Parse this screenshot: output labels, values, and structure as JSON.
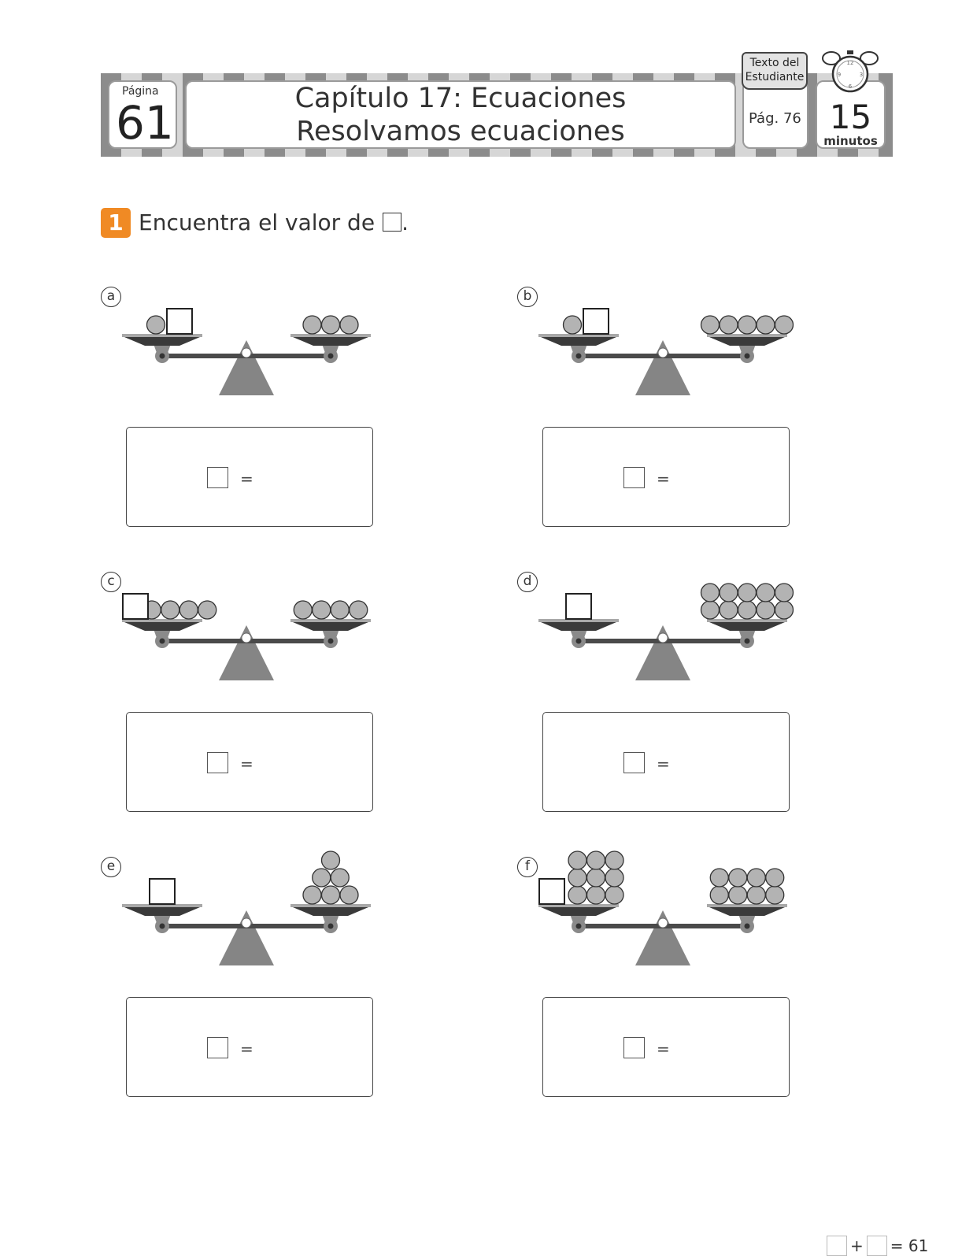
{
  "header": {
    "page_label": "Página",
    "page_number": "61",
    "title_line1": "Capítulo 17: Ecuaciones",
    "title_line2": "Resolvamos ecuaciones",
    "book_line1": "Texto del",
    "book_line2": "Estudiante",
    "ref_page": "Pág. 76",
    "time_value": "15",
    "time_unit": "minutos",
    "clock_numbers": [
      "12",
      "3",
      "6",
      "9"
    ]
  },
  "question": {
    "number": "1",
    "text": "Encuentra el valor de",
    "period": "."
  },
  "problems": [
    {
      "label": "a",
      "left_square": true,
      "left_balls": 1,
      "right_balls": 3,
      "answer_eq": "="
    },
    {
      "label": "b",
      "left_square": true,
      "left_balls": 1,
      "right_balls": 5,
      "answer_eq": "="
    },
    {
      "label": "c",
      "left_square": true,
      "left_balls": 4,
      "right_balls": 4,
      "answer_eq": "="
    },
    {
      "label": "d",
      "left_square": true,
      "left_balls": 0,
      "right_balls": 10,
      "answer_eq": "="
    },
    {
      "label": "e",
      "left_square": true,
      "left_balls": 0,
      "right_balls": 6,
      "answer_eq": "="
    },
    {
      "label": "f",
      "left_square": true,
      "left_balls": 9,
      "right_balls": 8,
      "answer_eq": "="
    }
  ],
  "footer": {
    "plus": "+",
    "equals": "= 61"
  }
}
